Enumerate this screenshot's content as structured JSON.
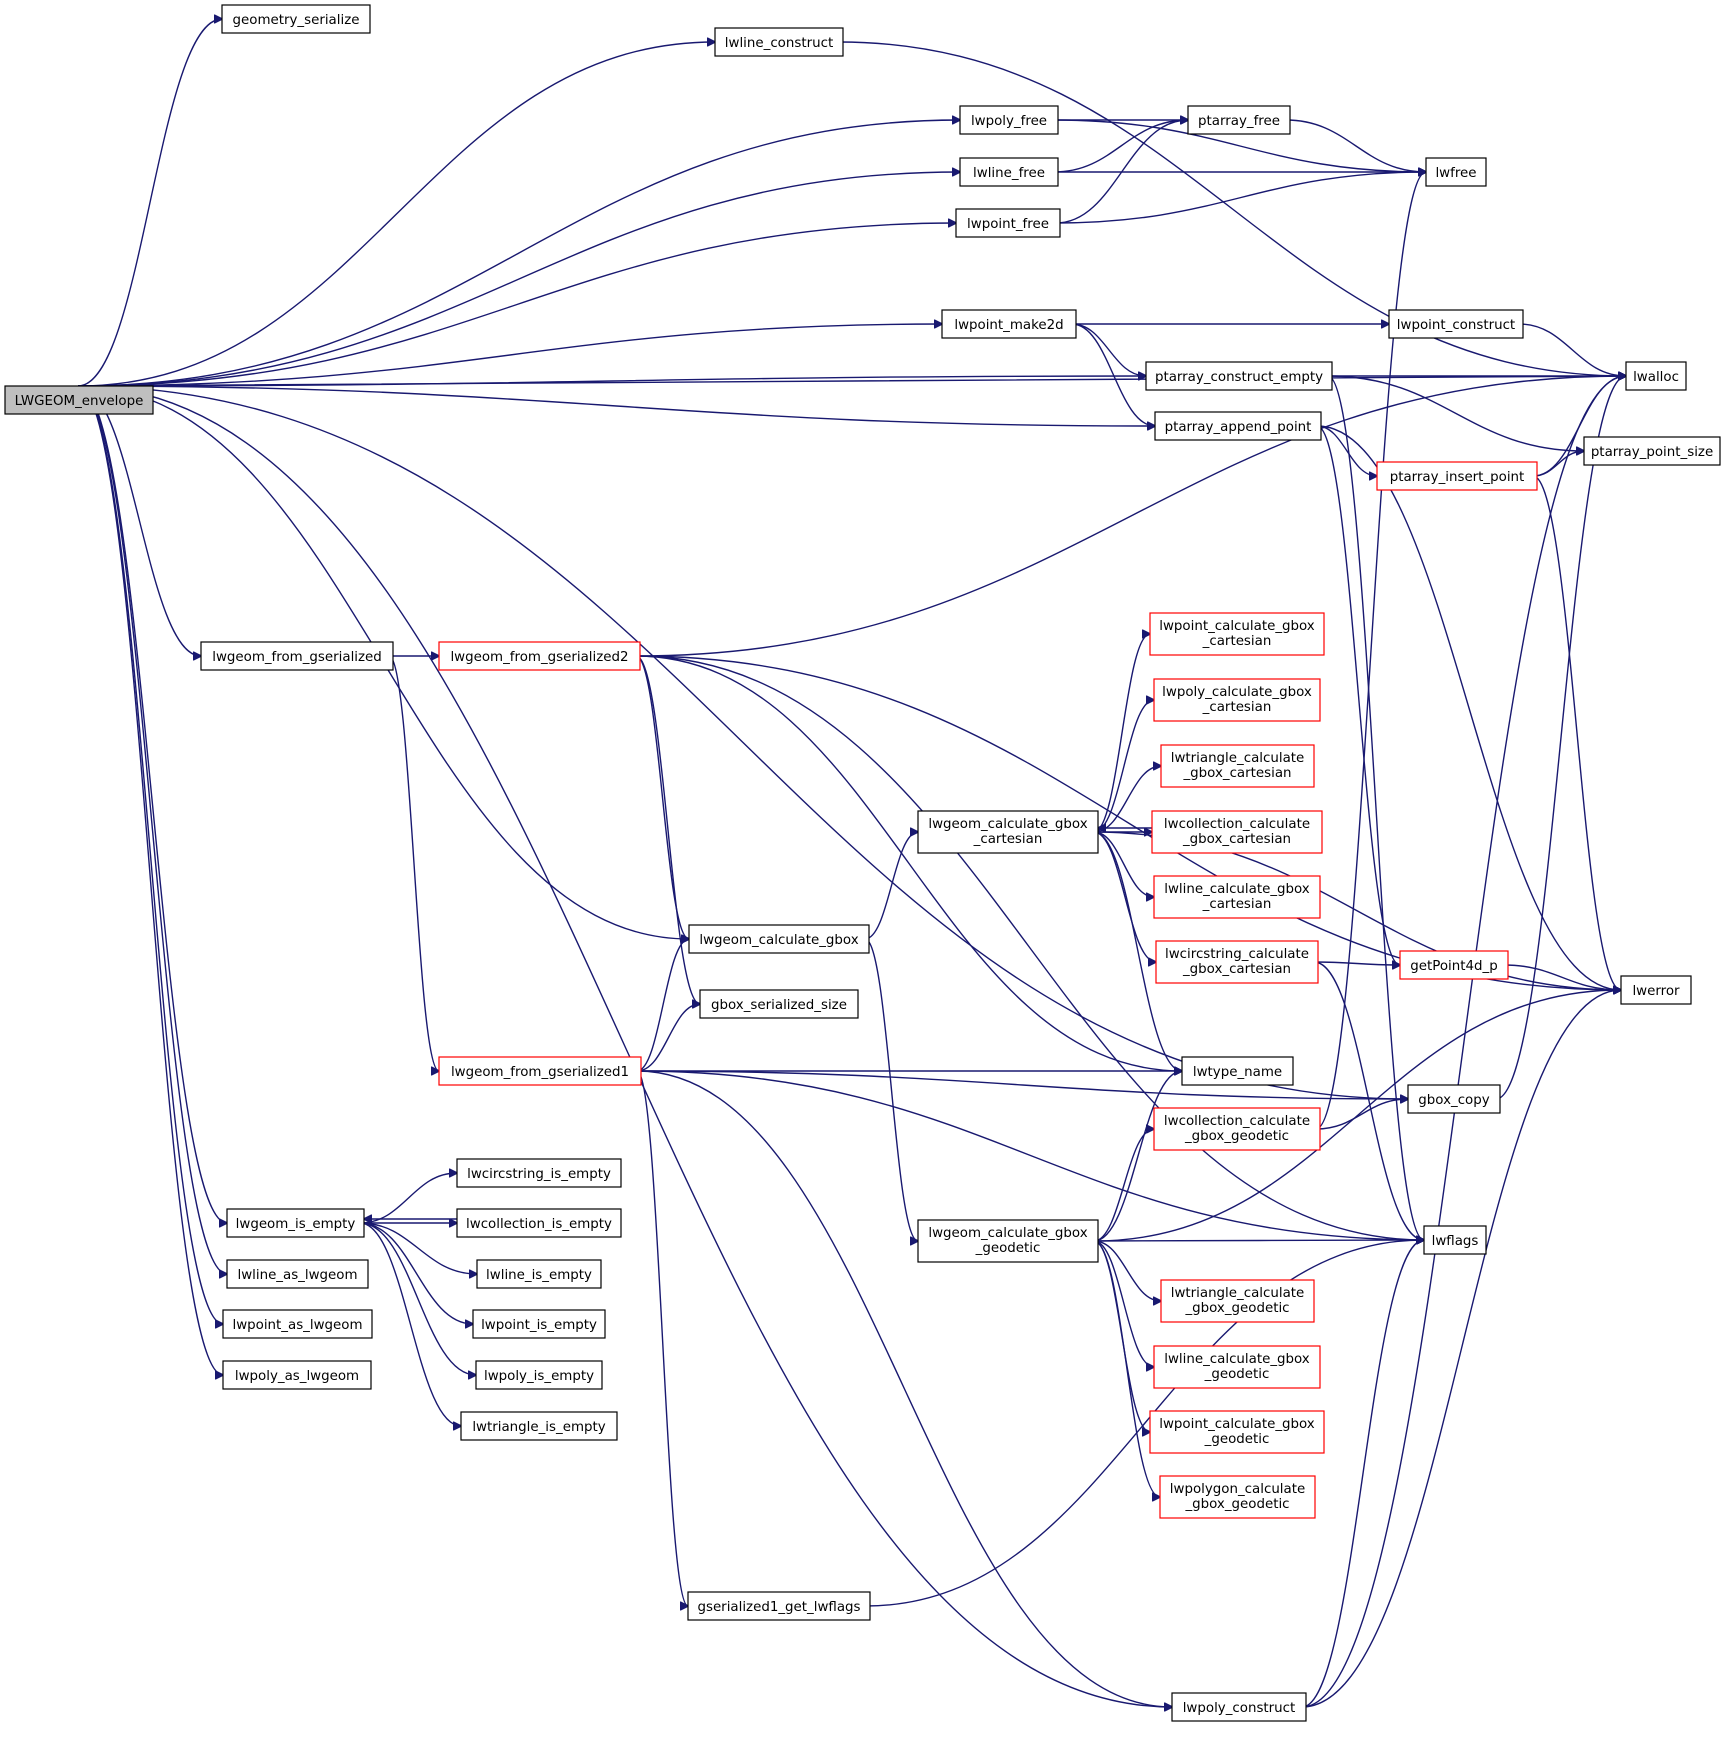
{
  "nodes": {
    "LWGEOM_envelope": [
      "LWGEOM_envelope"
    ],
    "geometry_serialize": [
      "geometry_serialize"
    ],
    "lwline_construct": [
      "lwline_construct"
    ],
    "lwpoly_free": [
      "lwpoly_free"
    ],
    "ptarray_free": [
      "ptarray_free"
    ],
    "lwline_free": [
      "lwline_free"
    ],
    "lwfree": [
      "lwfree"
    ],
    "lwpoint_free": [
      "lwpoint_free"
    ],
    "lwpoint_make2d": [
      "lwpoint_make2d"
    ],
    "lwpoint_construct": [
      "lwpoint_construct"
    ],
    "ptarray_construct_empty": [
      "ptarray_construct_empty"
    ],
    "lwalloc": [
      "lwalloc"
    ],
    "ptarray_append_point": [
      "ptarray_append_point"
    ],
    "ptarray_point_size": [
      "ptarray_point_size"
    ],
    "ptarray_insert_point": [
      "ptarray_insert_point"
    ],
    "lwgeom_from_gserialized": [
      "lwgeom_from_gserialized"
    ],
    "lwgeom_from_gserialized2": [
      "lwgeom_from_gserialized2"
    ],
    "lwpoint_calculate_gbox_cartesian": [
      "lwpoint_calculate_gbox",
      "_cartesian"
    ],
    "lwpoly_calculate_gbox_cartesian": [
      "lwpoly_calculate_gbox",
      "_cartesian"
    ],
    "lwtriangle_calculate_gbox_cartesian": [
      "lwtriangle_calculate",
      "_gbox_cartesian"
    ],
    "lwgeom_calculate_gbox_cartesian": [
      "lwgeom_calculate_gbox",
      "_cartesian"
    ],
    "lwcollection_calculate_gbox_cartesian": [
      "lwcollection_calculate",
      "_gbox_cartesian"
    ],
    "lwline_calculate_gbox_cartesian": [
      "lwline_calculate_gbox",
      "_cartesian"
    ],
    "lwgeom_calculate_gbox": [
      "lwgeom_calculate_gbox"
    ],
    "lwcircstring_calculate_gbox_cartesian": [
      "lwcircstring_calculate",
      "_gbox_cartesian"
    ],
    "getPoint4d_p": [
      "getPoint4d_p"
    ],
    "lwerror": [
      "lwerror"
    ],
    "gbox_serialized_size": [
      "gbox_serialized_size"
    ],
    "lwgeom_from_gserialized1": [
      "lwgeom_from_gserialized1"
    ],
    "lwtype_name": [
      "lwtype_name"
    ],
    "lwcollection_calculate_gbox_geodetic": [
      "lwcollection_calculate",
      "_gbox_geodetic"
    ],
    "gbox_copy": [
      "gbox_copy"
    ],
    "lwcircstring_is_empty": [
      "lwcircstring_is_empty"
    ],
    "lwgeom_is_empty": [
      "lwgeom_is_empty"
    ],
    "lwcollection_is_empty": [
      "lwcollection_is_empty"
    ],
    "lwgeom_calculate_gbox_geodetic": [
      "lwgeom_calculate_gbox",
      "_geodetic"
    ],
    "lwflags": [
      "lwflags"
    ],
    "lwline_as_lwgeom": [
      "lwline_as_lwgeom"
    ],
    "lwline_is_empty": [
      "lwline_is_empty"
    ],
    "lwtriangle_calculate_gbox_geodetic": [
      "lwtriangle_calculate",
      "_gbox_geodetic"
    ],
    "lwpoint_as_lwgeom": [
      "lwpoint_as_lwgeom"
    ],
    "lwpoint_is_empty": [
      "lwpoint_is_empty"
    ],
    "lwline_calculate_gbox_geodetic": [
      "lwline_calculate_gbox",
      "_geodetic"
    ],
    "lwpoly_as_lwgeom": [
      "lwpoly_as_lwgeom"
    ],
    "lwpoly_is_empty": [
      "lwpoly_is_empty"
    ],
    "lwpoint_calculate_gbox_geodetic": [
      "lwpoint_calculate_gbox",
      "_geodetic"
    ],
    "lwtriangle_is_empty": [
      "lwtriangle_is_empty"
    ],
    "lwpolygon_calculate_gbox_geodetic": [
      "lwpolygon_calculate",
      "_gbox_geodetic"
    ],
    "gserialized1_get_lwflags": [
      "gserialized1_get_lwflags"
    ],
    "lwpoly_construct": [
      "lwpoly_construct"
    ]
  },
  "edges": [
    [
      "LWGEOM_envelope",
      "geometry_serialize"
    ],
    [
      "LWGEOM_envelope",
      "lwline_construct"
    ],
    [
      "LWGEOM_envelope",
      "lwpoly_free"
    ],
    [
      "LWGEOM_envelope",
      "lwline_free"
    ],
    [
      "LWGEOM_envelope",
      "lwpoint_free"
    ],
    [
      "LWGEOM_envelope",
      "lwalloc"
    ],
    [
      "LWGEOM_envelope",
      "lwpoint_make2d"
    ],
    [
      "LWGEOM_envelope",
      "ptarray_construct_empty"
    ],
    [
      "LWGEOM_envelope",
      "ptarray_append_point"
    ],
    [
      "LWGEOM_envelope",
      "lwgeom_from_gserialized"
    ],
    [
      "LWGEOM_envelope",
      "lwgeom_calculate_gbox"
    ],
    [
      "LWGEOM_envelope",
      "gbox_copy"
    ],
    [
      "LWGEOM_envelope",
      "lwgeom_is_empty"
    ],
    [
      "LWGEOM_envelope",
      "lwline_as_lwgeom"
    ],
    [
      "LWGEOM_envelope",
      "lwpoint_as_lwgeom"
    ],
    [
      "LWGEOM_envelope",
      "lwpoly_as_lwgeom"
    ],
    [
      "LWGEOM_envelope",
      "lwpoly_construct"
    ],
    [
      "lwline_construct",
      "lwalloc"
    ],
    [
      "lwpoly_free",
      "ptarray_free"
    ],
    [
      "lwpoly_free",
      "lwfree"
    ],
    [
      "ptarray_free",
      "lwfree"
    ],
    [
      "lwline_free",
      "ptarray_free"
    ],
    [
      "lwline_free",
      "lwfree"
    ],
    [
      "lwpoint_free",
      "ptarray_free"
    ],
    [
      "lwpoint_free",
      "lwfree"
    ],
    [
      "lwpoint_make2d",
      "lwpoint_construct"
    ],
    [
      "lwpoint_make2d",
      "ptarray_construct_empty"
    ],
    [
      "lwpoint_make2d",
      "ptarray_append_point"
    ],
    [
      "lwpoint_construct",
      "lwalloc"
    ],
    [
      "ptarray_construct_empty",
      "lwalloc"
    ],
    [
      "ptarray_construct_empty",
      "ptarray_point_size"
    ],
    [
      "ptarray_construct_empty",
      "lwflags"
    ],
    [
      "ptarray_append_point",
      "ptarray_insert_point"
    ],
    [
      "ptarray_append_point",
      "getPoint4d_p"
    ],
    [
      "ptarray_append_point",
      "lwerror"
    ],
    [
      "ptarray_insert_point",
      "lwalloc"
    ],
    [
      "ptarray_insert_point",
      "ptarray_point_size"
    ],
    [
      "ptarray_insert_point",
      "lwerror"
    ],
    [
      "lwgeom_from_gserialized",
      "lwgeom_from_gserialized2"
    ],
    [
      "lwgeom_from_gserialized",
      "lwgeom_from_gserialized1"
    ],
    [
      "lwgeom_from_gserialized2",
      "lwerror"
    ],
    [
      "lwgeom_from_gserialized2",
      "lwflags"
    ],
    [
      "lwgeom_from_gserialized2",
      "lwalloc"
    ],
    [
      "lwgeom_from_gserialized2",
      "lwgeom_calculate_gbox"
    ],
    [
      "lwgeom_from_gserialized2",
      "gbox_serialized_size"
    ],
    [
      "lwgeom_from_gserialized2",
      "lwtype_name"
    ],
    [
      "lwgeom_calculate_gbox",
      "lwgeom_calculate_gbox_cartesian"
    ],
    [
      "lwgeom_calculate_gbox",
      "lwgeom_calculate_gbox_geodetic"
    ],
    [
      "lwgeom_calculate_gbox_cartesian",
      "lwpoint_calculate_gbox_cartesian"
    ],
    [
      "lwgeom_calculate_gbox_cartesian",
      "lwpoly_calculate_gbox_cartesian"
    ],
    [
      "lwgeom_calculate_gbox_cartesian",
      "lwtriangle_calculate_gbox_cartesian"
    ],
    [
      "lwgeom_calculate_gbox_cartesian",
      "lwcollection_calculate_gbox_cartesian"
    ],
    [
      "lwcollection_calculate_gbox_cartesian",
      "lwgeom_calculate_gbox_cartesian"
    ],
    [
      "lwgeom_calculate_gbox_cartesian",
      "lwline_calculate_gbox_cartesian"
    ],
    [
      "lwgeom_calculate_gbox_cartesian",
      "lwcircstring_calculate_gbox_cartesian"
    ],
    [
      "lwgeom_calculate_gbox_cartesian",
      "lwtype_name"
    ],
    [
      "lwgeom_calculate_gbox_cartesian",
      "lwerror"
    ],
    [
      "lwcircstring_calculate_gbox_cartesian",
      "getPoint4d_p"
    ],
    [
      "lwcircstring_calculate_gbox_cartesian",
      "lwflags"
    ],
    [
      "getPoint4d_p",
      "lwerror"
    ],
    [
      "lwgeom_calculate_gbox_geodetic",
      "lwtype_name"
    ],
    [
      "lwgeom_calculate_gbox_geodetic",
      "lwcollection_calculate_gbox_geodetic"
    ],
    [
      "lwgeom_calculate_gbox_geodetic",
      "lwerror"
    ],
    [
      "lwgeom_calculate_gbox_geodetic",
      "lwflags"
    ],
    [
      "lwgeom_calculate_gbox_geodetic",
      "lwtriangle_calculate_gbox_geodetic"
    ],
    [
      "lwgeom_calculate_gbox_geodetic",
      "lwline_calculate_gbox_geodetic"
    ],
    [
      "lwgeom_calculate_gbox_geodetic",
      "lwpoint_calculate_gbox_geodetic"
    ],
    [
      "lwgeom_calculate_gbox_geodetic",
      "lwpolygon_calculate_gbox_geodetic"
    ],
    [
      "lwcollection_calculate_gbox_geodetic",
      "gbox_copy"
    ],
    [
      "lwcollection_calculate_gbox_geodetic",
      "lwfree"
    ],
    [
      "gbox_copy",
      "lwalloc"
    ],
    [
      "lwgeom_from_gserialized1",
      "lwgeom_calculate_gbox"
    ],
    [
      "lwgeom_from_gserialized1",
      "gbox_serialized_size"
    ],
    [
      "lwgeom_from_gserialized1",
      "lwtype_name"
    ],
    [
      "lwgeom_from_gserialized1",
      "gbox_copy"
    ],
    [
      "lwgeom_from_gserialized1",
      "gserialized1_get_lwflags"
    ],
    [
      "lwgeom_from_gserialized1",
      "lwflags"
    ],
    [
      "lwgeom_from_gserialized1",
      "lwpoly_construct"
    ],
    [
      "gserialized1_get_lwflags",
      "lwflags"
    ],
    [
      "lwpoly_construct",
      "lwalloc"
    ],
    [
      "lwpoly_construct",
      "lwerror"
    ],
    [
      "lwpoly_construct",
      "lwflags"
    ],
    [
      "lwgeom_is_empty",
      "lwcircstring_is_empty"
    ],
    [
      "lwgeom_is_empty",
      "lwcollection_is_empty"
    ],
    [
      "lwcollection_is_empty",
      "lwgeom_is_empty"
    ],
    [
      "lwgeom_is_empty",
      "lwline_is_empty"
    ],
    [
      "lwgeom_is_empty",
      "lwpoint_is_empty"
    ],
    [
      "lwgeom_is_empty",
      "lwpoly_is_empty"
    ],
    [
      "lwgeom_is_empty",
      "lwtriangle_is_empty"
    ]
  ],
  "colors": {
    "edge": "#191970",
    "node_border": "#000000",
    "incomplete_node_border": "#ff0000",
    "root_fill": "#bfbfbf",
    "node_fill": "#ffffff"
  }
}
